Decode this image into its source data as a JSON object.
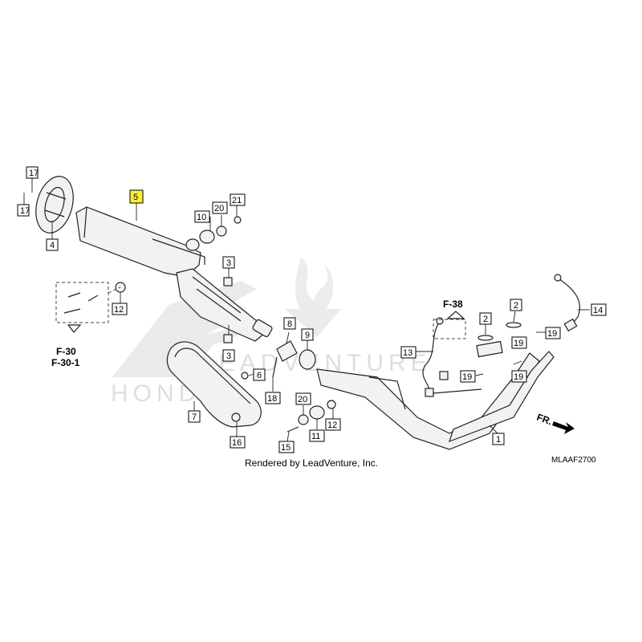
{
  "diagram": {
    "credit": "Rendered by LeadVenture, Inc.",
    "code": "MLAAF2700",
    "front_label": "FR.",
    "watermark_brand": "HONDA",
    "watermark_text": "LEADVENTURE",
    "refs": [
      "F-30",
      "F-30-1",
      "F-38"
    ],
    "highlight_color": "#f7ef3a",
    "callouts": [
      "17",
      "17",
      "4",
      "5",
      "10",
      "20",
      "21",
      "3",
      "12",
      "3",
      "8",
      "9",
      "6",
      "18",
      "7",
      "16",
      "20",
      "11",
      "12",
      "15",
      "13",
      "19",
      "2",
      "2",
      "19",
      "19",
      "19",
      "14",
      "1"
    ]
  }
}
